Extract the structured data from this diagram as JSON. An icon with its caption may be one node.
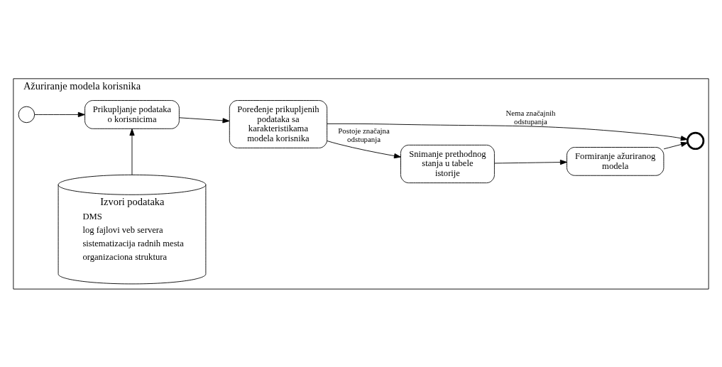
{
  "diagram": {
    "nodes": [
      {
        "text": [
          "Ažuriranje modela korisnika"
        ]
      },
      {
        "text": [],
        "shape": "circle",
        "in": 0
      },
      {
        "text": [
          "Prikupljanje podataka o korisnicima"
        ],
        "in": 0
      },
      {
        "text": [
          "Poređenje prikupljenih podataka sa karakteristikama modela korisnika"
        ],
        "in": 0
      },
      {
        "text": [
          "Izvori podataka",
          "DMS",
          "log fajlovi veb servera",
          "sistematizacija radnih mesta",
          "organizaciona struktura"
        ],
        "in": 0
      },
      {
        "text": [
          "Snimanje prethodnog stanja u tabele istorije"
        ],
        "in": 0
      },
      {
        "text": [
          "Formiranje ažuriranog modela"
        ],
        "in": 0
      },
      {
        "text": [],
        "shape": "circle",
        "in": 0
      }
    ],
    "edges": [
      {
        "from": 1,
        "to": 2,
        "arrow": "to"
      },
      {
        "from": 2,
        "to": 3,
        "arrow": "to"
      },
      {
        "from": 4,
        "to": 2,
        "arrow": "to"
      },
      {
        "from": 3,
        "to": 7,
        "arrow": "to",
        "label": "Nema značajnih odstupanja"
      },
      {
        "from": 3,
        "to": 5,
        "arrow": "to",
        "label": "Postoje značajna odstupanja"
      },
      {
        "from": 5,
        "to": 6,
        "arrow": "to"
      },
      {
        "from": 6,
        "to": 7,
        "arrow": "to"
      }
    ]
  }
}
